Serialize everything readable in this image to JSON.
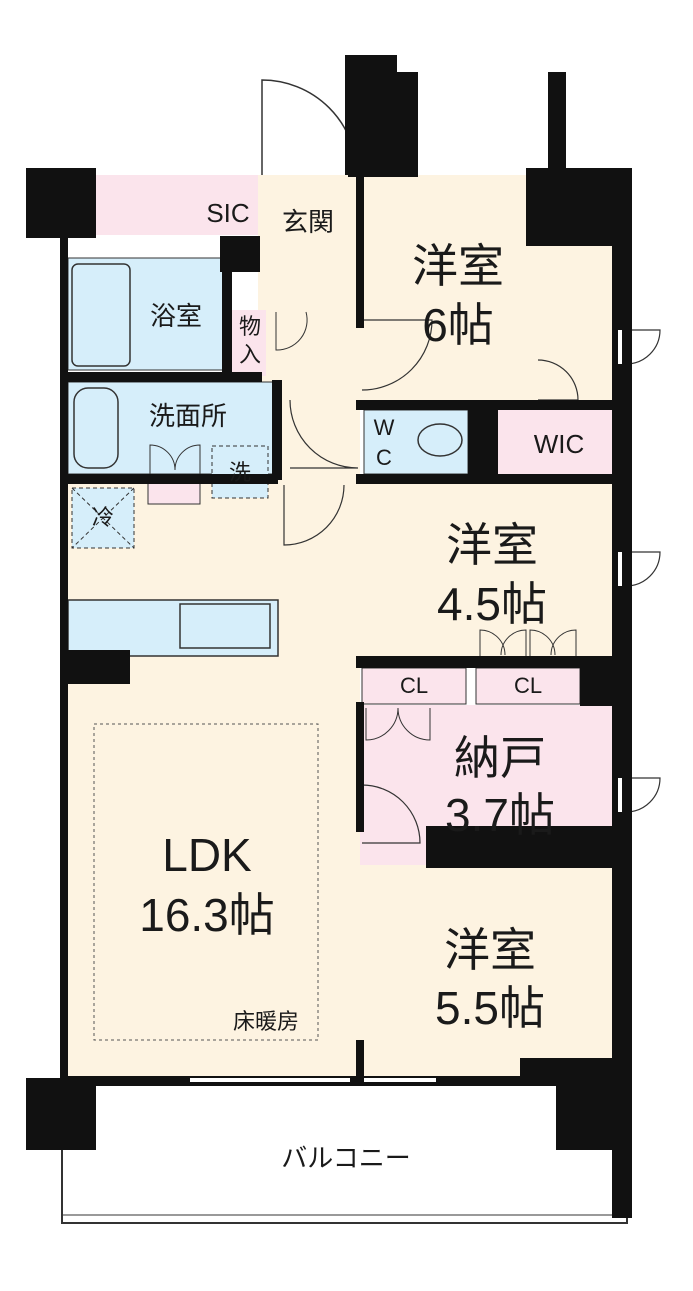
{
  "colors": {
    "wall": "#111111",
    "room_floor": "#fdf3e1",
    "storage_pink": "#fbe4ec",
    "wet_blue": "#d6eefa",
    "balcony": "#ffffff",
    "line": "#333333"
  },
  "rooms": {
    "western_6": {
      "name": "洋室",
      "size": "6帖"
    },
    "western_45": {
      "name": "洋室",
      "size": "4.5帖"
    },
    "storeroom": {
      "name": "納戸",
      "size": "3.7帖"
    },
    "western_55": {
      "name": "洋室",
      "size": "5.5帖"
    },
    "ldk": {
      "name": "LDK",
      "size": "16.3帖",
      "note": "床暖房"
    }
  },
  "labels": {
    "sic": "SIC",
    "entrance": "玄関",
    "bath": "浴室",
    "storage_1": "物",
    "storage_2": "入",
    "washroom": "洗面所",
    "washer": "洗",
    "fridge": "冷",
    "wc_1": "W",
    "wc_2": "C",
    "wic": "WIC",
    "cl_left": "CL",
    "cl_right": "CL",
    "balcony": "バルコニー"
  }
}
